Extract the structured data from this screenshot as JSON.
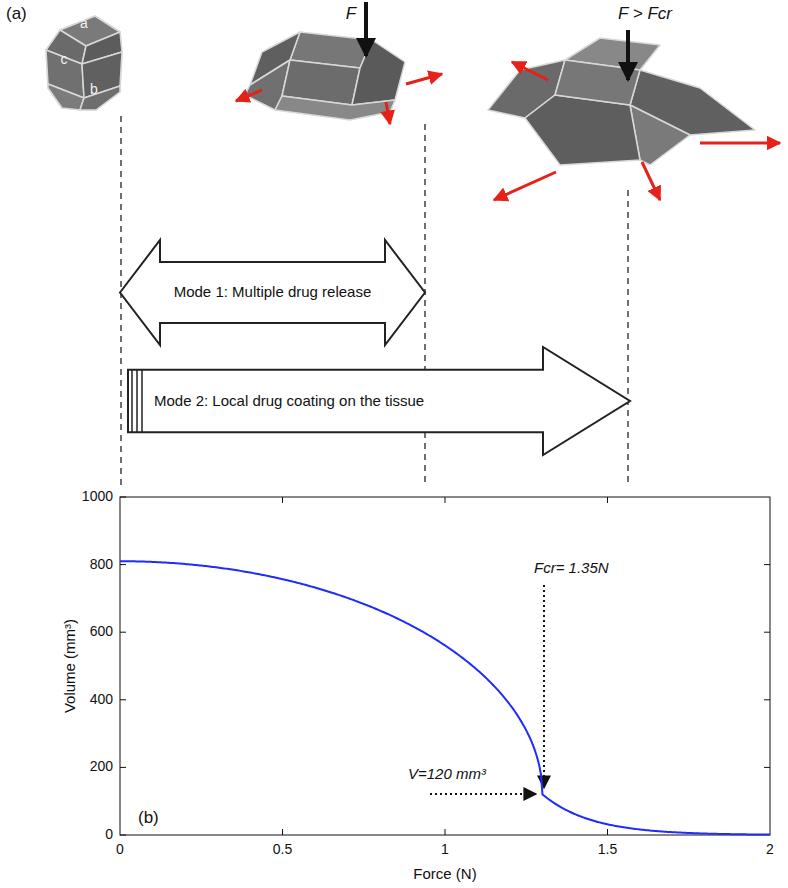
{
  "diagram": {
    "nodes": [
      {
        "text": [
          "Mode 1: Multiple drug release"
        ]
      },
      {
        "text": [
          "Mode 2: Local drug coating on the tissue"
        ]
      }
    ],
    "labels": [
      "(a)",
      "a",
      "c",
      "b",
      "F",
      "F > Fcr",
      "(b)",
      "Fcr= 1.35N",
      "V=120 mm³",
      "0",
      "200",
      "400",
      "600",
      "800",
      "1000",
      "0",
      "0.5",
      "1",
      "1.5",
      "2",
      "Volume (mm³)",
      "Force (N)"
    ]
  }
}
